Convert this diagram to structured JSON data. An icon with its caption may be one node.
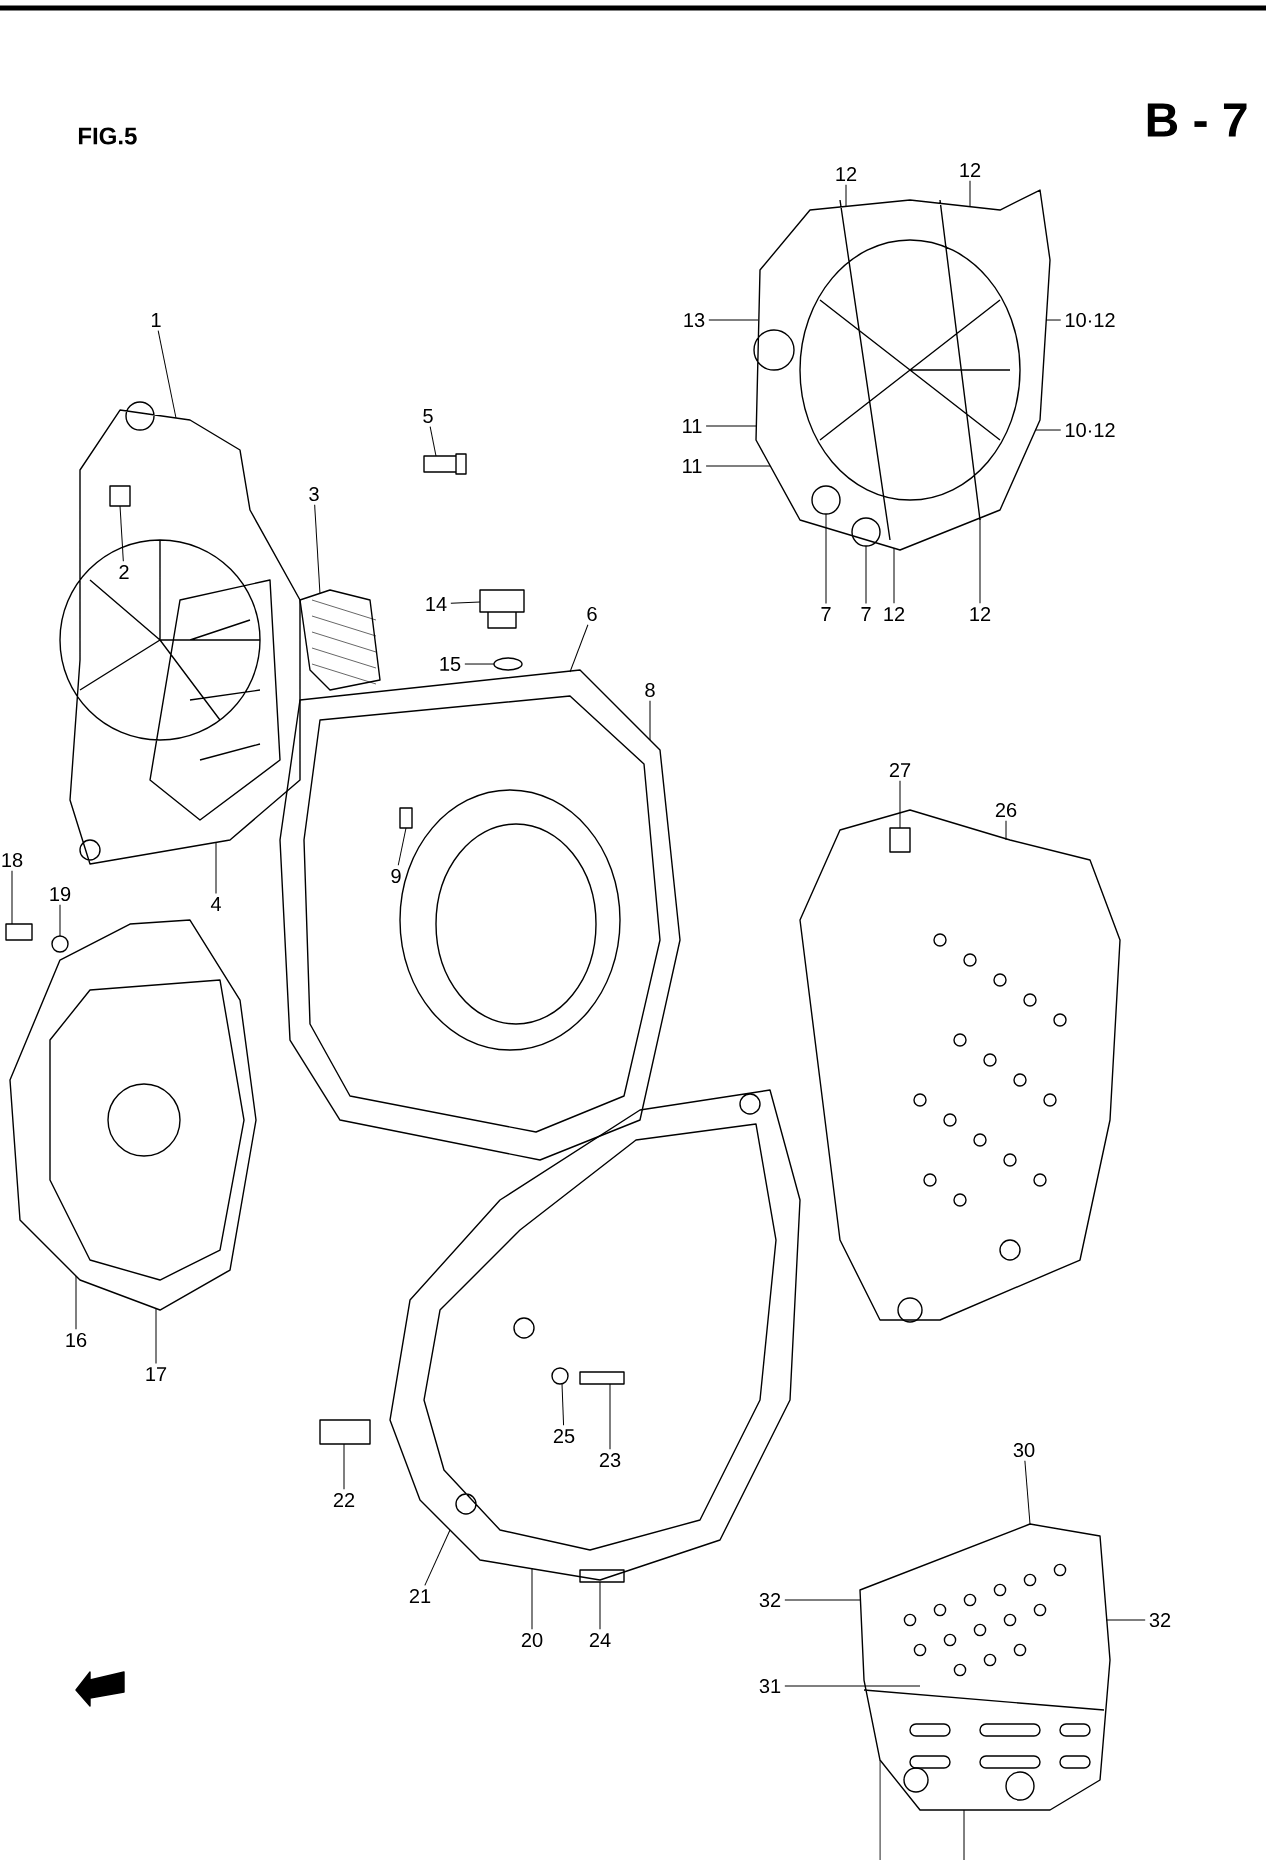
{
  "diagram": {
    "title": "B - 7",
    "nodes": [
      {
        "text": [
          "1"
        ]
      },
      {
        "text": [
          "2"
        ],
        "in": 37
      },
      {
        "text": [
          "3"
        ]
      },
      {
        "text": [
          "4"
        ]
      },
      {
        "text": [
          "5"
        ]
      },
      {
        "text": [
          "6"
        ]
      },
      {
        "text": [
          "12"
        ]
      },
      {
        "text": [
          "12"
        ]
      },
      {
        "text": [
          "13"
        ]
      },
      {
        "text": [
          "10·12"
        ]
      },
      {
        "text": [
          "11"
        ]
      },
      {
        "text": [
          "10·12"
        ]
      },
      {
        "text": [
          "11"
        ]
      },
      {
        "text": [
          "7"
        ]
      },
      {
        "text": [
          "7"
        ]
      },
      {
        "text": [
          "12"
        ]
      },
      {
        "text": [
          "12"
        ]
      },
      {
        "text": [
          "14"
        ]
      },
      {
        "text": [
          "15"
        ]
      },
      {
        "text": [
          "8"
        ],
        "in": 43
      },
      {
        "text": [
          "9"
        ],
        "in": 43
      },
      {
        "text": [
          "18"
        ]
      },
      {
        "text": [
          "19"
        ]
      },
      {
        "text": [
          "27"
        ]
      },
      {
        "text": [
          "26"
        ]
      },
      {
        "text": [
          "16"
        ]
      },
      {
        "text": [
          "17"
        ]
      },
      {
        "text": [
          "25"
        ],
        "in": 51
      },
      {
        "text": [
          "23"
        ],
        "in": 51
      },
      {
        "text": [
          "22"
        ]
      },
      {
        "text": [
          "21"
        ]
      },
      {
        "text": [
          "20"
        ]
      },
      {
        "text": [
          "24"
        ]
      },
      {
        "text": [
          "30"
        ]
      },
      {
        "text": [
          "32"
        ]
      },
      {
        "text": [
          "32"
        ]
      },
      {
        "text": [
          "31"
        ]
      },
      {
        "text": [],
        "shape": "picture"
      },
      {
        "text": [],
        "shape": "box",
        "in": 37
      },
      {
        "text": [],
        "shape": "picture"
      },
      {
        "text": [],
        "shape": "picture"
      },
      {
        "text": [],
        "shape": "picture"
      },
      {
        "text": [],
        "shape": "circle"
      },
      {
        "text": [],
        "shape": "picture"
      },
      {
        "text": [],
        "shape": "box",
        "in": 43
      },
      {
        "text": [],
        "shape": "picture"
      },
      {
        "text": [],
        "shape": "box",
        "in": 48
      },
      {
        "text": [],
        "shape": "circle",
        "in": 48
      },
      {
        "text": [],
        "shape": "picture"
      },
      {
        "text": [],
        "shape": "box",
        "in": 50
      },
      {
        "text": [],
        "shape": "picture"
      },
      {
        "text": [],
        "shape": "picture"
      },
      {
        "text": [],
        "shape": "box"
      },
      {
        "text": [],
        "shape": "box",
        "in": 51
      },
      {
        "text": [],
        "shape": "circle",
        "in": 51
      },
      {
        "text": [],
        "shape": "box",
        "in": 51
      },
      {
        "text": [],
        "shape": "picture"
      },
      {
        "text": [],
        "shape": "circle",
        "in": 45
      },
      {
        "text": [],
        "shape": "circle",
        "in": 45
      }
    ],
    "edges": [
      {
        "from": 0,
        "to": 37,
        "arrow": "none"
      },
      {
        "from": 1,
        "to": 38,
        "arrow": "none"
      },
      {
        "from": 2,
        "to": 39,
        "arrow": "none"
      },
      {
        "from": 3,
        "to": 37,
        "arrow": "none"
      },
      {
        "from": 4,
        "to": 40,
        "arrow": "none"
      },
      {
        "from": 5,
        "to": 43,
        "arrow": "none"
      },
      {
        "from": 6,
        "to": 45,
        "arrow": "none"
      },
      {
        "from": 7,
        "to": 45,
        "arrow": "none"
      },
      {
        "from": 8,
        "to": 45,
        "arrow": "none"
      },
      {
        "from": 9,
        "to": 45,
        "arrow": "none"
      },
      {
        "from": 10,
        "to": 45,
        "arrow": "none"
      },
      {
        "from": 11,
        "to": 45,
        "arrow": "none"
      },
      {
        "from": 12,
        "to": 45,
        "arrow": "none"
      },
      {
        "from": 13,
        "to": 57,
        "arrow": "none"
      },
      {
        "from": 14,
        "to": 58,
        "arrow": "none"
      },
      {
        "from": 15,
        "to": 45,
        "arrow": "none"
      },
      {
        "from": 16,
        "to": 45,
        "arrow": "none"
      },
      {
        "from": 17,
        "to": 41,
        "arrow": "none"
      },
      {
        "from": 18,
        "to": 42,
        "arrow": "none"
      },
      {
        "from": 19,
        "to": 43,
        "arrow": "none"
      },
      {
        "from": 20,
        "to": 44,
        "arrow": "none"
      },
      {
        "from": 21,
        "to": 46,
        "arrow": "none"
      },
      {
        "from": 22,
        "to": 47,
        "arrow": "none"
      },
      {
        "from": 23,
        "to": 49,
        "arrow": "none"
      },
      {
        "from": 24,
        "to": 50,
        "arrow": "none"
      },
      {
        "from": 25,
        "to": 48,
        "arrow": "none"
      },
      {
        "from": 26,
        "to": 48,
        "arrow": "none"
      },
      {
        "from": 27,
        "to": 54,
        "arrow": "none"
      },
      {
        "from": 28,
        "to": 53,
        "arrow": "none"
      },
      {
        "from": 29,
        "to": 52,
        "arrow": "none"
      },
      {
        "from": 30,
        "to": 51,
        "arrow": "none"
      },
      {
        "from": 31,
        "to": 51,
        "arrow": "none"
      },
      {
        "from": 32,
        "to": 55,
        "arrow": "none"
      },
      {
        "from": 33,
        "to": 56,
        "arrow": "none"
      },
      {
        "from": 34,
        "to": 56,
        "arrow": "none"
      },
      {
        "from": 35,
        "to": 56,
        "arrow": "none"
      },
      {
        "from": 36,
        "to": 56,
        "arrow": "none"
      },
      {
        "from": null,
        "to": 56,
        "arrow": "none"
      },
      {
        "from": null,
        "to": 56,
        "arrow": "none"
      }
    ],
    "labels": [
      "FIG.5"
    ]
  }
}
